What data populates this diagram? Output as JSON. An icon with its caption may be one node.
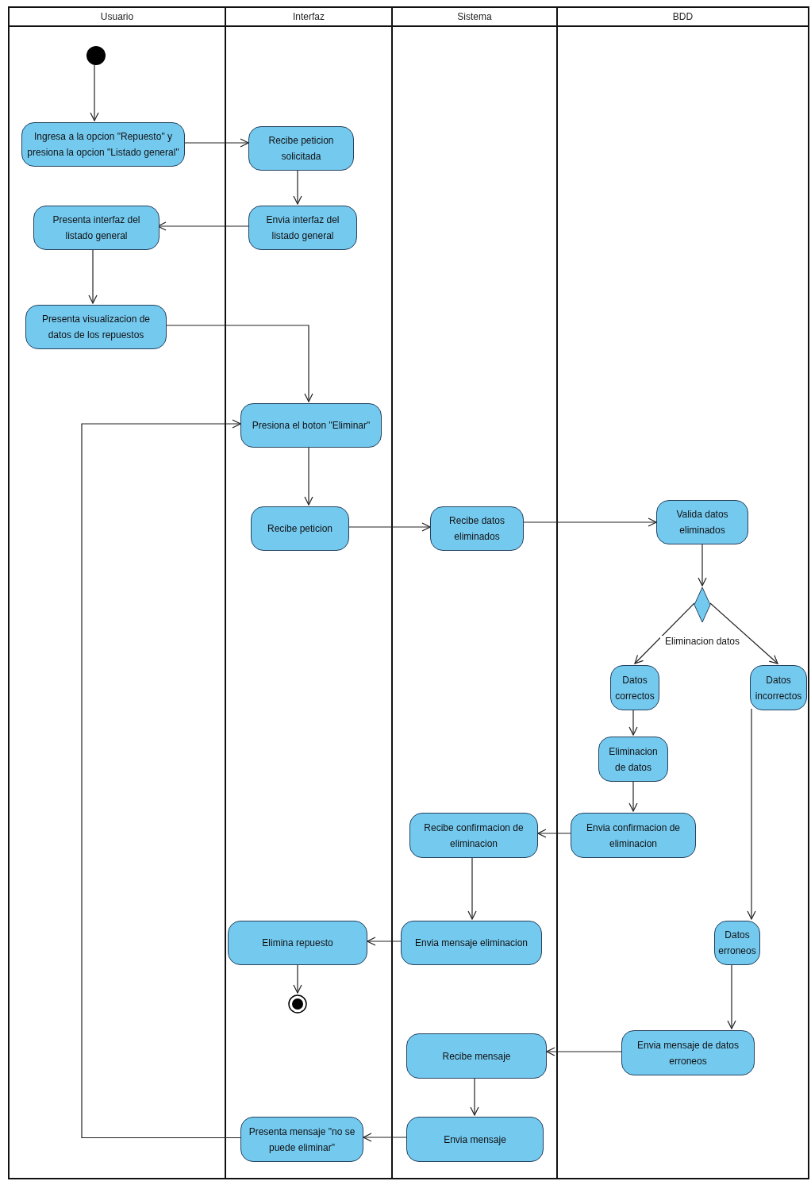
{
  "diagram": {
    "nodes": [
      {
        "text": [
          "Usuario"
        ]
      },
      {
        "text": [
          "Interfaz"
        ]
      },
      {
        "text": [
          "Sistema"
        ]
      },
      {
        "text": [
          "BDD"
        ]
      },
      {
        "text": [],
        "shape": "circle",
        "in": 0
      },
      {
        "text": [
          "Ingresa a la opcion \"Repuesto\" y presiona la opcion \"Listado general\""
        ],
        "in": 0
      },
      {
        "text": [
          "Recibe peticion solicitada"
        ],
        "in": 1
      },
      {
        "text": [
          "Envia interfaz del listado general"
        ],
        "in": 1
      },
      {
        "text": [
          "Presenta interfaz del listado general"
        ],
        "in": 0
      },
      {
        "text": [
          "Presenta visualizacion de datos de los repuestos"
        ],
        "in": 0
      },
      {
        "text": [
          "Presiona el boton \"Eliminar\""
        ],
        "in": 1
      },
      {
        "text": [
          "Recibe peticion"
        ],
        "in": 1
      },
      {
        "text": [
          "Recibe datos eliminados"
        ],
        "in": 2
      },
      {
        "text": [
          "Valida datos eliminados"
        ],
        "in": 3
      },
      {
        "text": [],
        "shape": "diamond",
        "in": 3,
        "beside": [
          "Eliminacion datos"
        ]
      },
      {
        "text": [
          "Datos correctos"
        ],
        "in": 3
      },
      {
        "text": [
          "Datos incorrectos"
        ],
        "in": 3
      },
      {
        "text": [
          "Eliminacion de datos"
        ],
        "in": 3
      },
      {
        "text": [
          "Envia confirmacion de eliminacion"
        ],
        "in": 3
      },
      {
        "text": [
          "Recibe confirmacion de eliminacion"
        ],
        "in": 2
      },
      {
        "text": [
          "Envia mensaje eliminacion"
        ],
        "in": 2
      },
      {
        "text": [
          "Elimina repuesto"
        ],
        "in": 1
      },
      {
        "text": [],
        "shape": "bullseye",
        "in": 1
      },
      {
        "text": [
          "Datos erroneos"
        ],
        "in": 3
      },
      {
        "text": [
          "Envia mensaje de datos erroneos"
        ],
        "in": 3
      },
      {
        "text": [
          "Recibe mensaje"
        ],
        "in": 2
      },
      {
        "text": [
          "Envia mensaje"
        ],
        "in": 2
      },
      {
        "text": [
          "Presenta mensaje \"no se puede eliminar\""
        ],
        "in": 1
      }
    ],
    "edges": [
      {
        "from": 4,
        "to": 5,
        "arrow": "to"
      },
      {
        "from": 5,
        "to": 6,
        "arrow": "to"
      },
      {
        "from": 6,
        "to": 7,
        "arrow": "to"
      },
      {
        "from": 7,
        "to": 8,
        "arrow": "to"
      },
      {
        "from": 8,
        "to": 9,
        "arrow": "to"
      },
      {
        "from": 9,
        "to": 10,
        "arrow": "to"
      },
      {
        "from": 10,
        "to": 11,
        "arrow": "to"
      },
      {
        "from": 11,
        "to": 12,
        "arrow": "to"
      },
      {
        "from": 12,
        "to": 13,
        "arrow": "to"
      },
      {
        "from": 13,
        "to": 14,
        "arrow": "to"
      },
      {
        "from": 14,
        "to": 15,
        "arrow": "to"
      },
      {
        "from": 14,
        "to": 16,
        "arrow": "to"
      },
      {
        "from": 15,
        "to": 17,
        "arrow": "to"
      },
      {
        "from": 17,
        "to": 18,
        "arrow": "to"
      },
      {
        "from": 18,
        "to": 19,
        "arrow": "to"
      },
      {
        "from": 19,
        "to": 20,
        "arrow": "to"
      },
      {
        "from": 20,
        "to": 21,
        "arrow": "to"
      },
      {
        "from": 21,
        "to": 22,
        "arrow": "to"
      },
      {
        "from": 16,
        "to": 23,
        "arrow": "to"
      },
      {
        "from": 23,
        "to": 24,
        "arrow": "to"
      },
      {
        "from": 24,
        "to": 25,
        "arrow": "to"
      },
      {
        "from": 25,
        "to": 26,
        "arrow": "to"
      },
      {
        "from": 26,
        "to": 27,
        "arrow": "to"
      },
      {
        "from": 27,
        "to": 10,
        "arrow": "to"
      }
    ]
  }
}
